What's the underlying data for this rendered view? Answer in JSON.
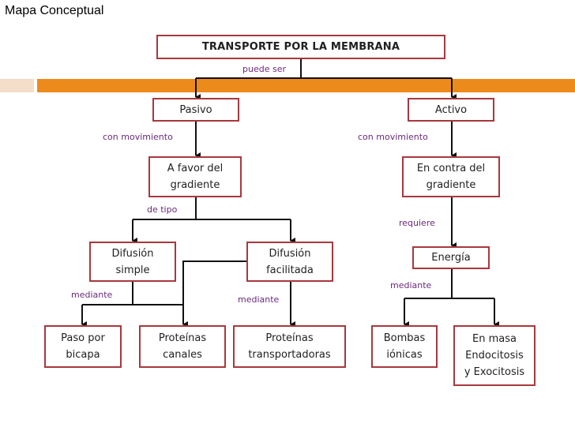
{
  "slide_title": "Mapa Conceptual",
  "nodes": {
    "root": "TRANSPORTE POR LA MEMBRANA",
    "pasivo": "Pasivo",
    "activo": "Activo",
    "a_favor": "A favor del\ngradiente",
    "en_contra": "En contra del\ngradiente",
    "difusion_simple": "Difusión\nsimple",
    "difusion_facilitada": "Difusión\nfacilitada",
    "energia": "Energía",
    "paso_bicapa": "Paso por\nbicapa",
    "proteinas_canales": "Proteínas\ncanales",
    "proteinas_transportadoras": "Proteínas\ntransportadoras",
    "bombas_ionicas": "Bombas\niónicas",
    "en_masa": "En masa\nEndocitosis\ny Exocitosis"
  },
  "links": {
    "puede_ser": "puede ser",
    "con_movimiento_pasivo": "con movimiento",
    "con_movimiento_activo": "con movimiento",
    "de_tipo": "de tipo",
    "requiere": "requiere",
    "mediante_simple": "mediante",
    "mediante_facilitada": "mediante",
    "mediante_energia": "mediante"
  },
  "colors": {
    "node_border": "#a8383d",
    "link_label": "#6a2a7a",
    "band_orange": "#ed8a1c",
    "band_light": "#f4ddc9"
  }
}
